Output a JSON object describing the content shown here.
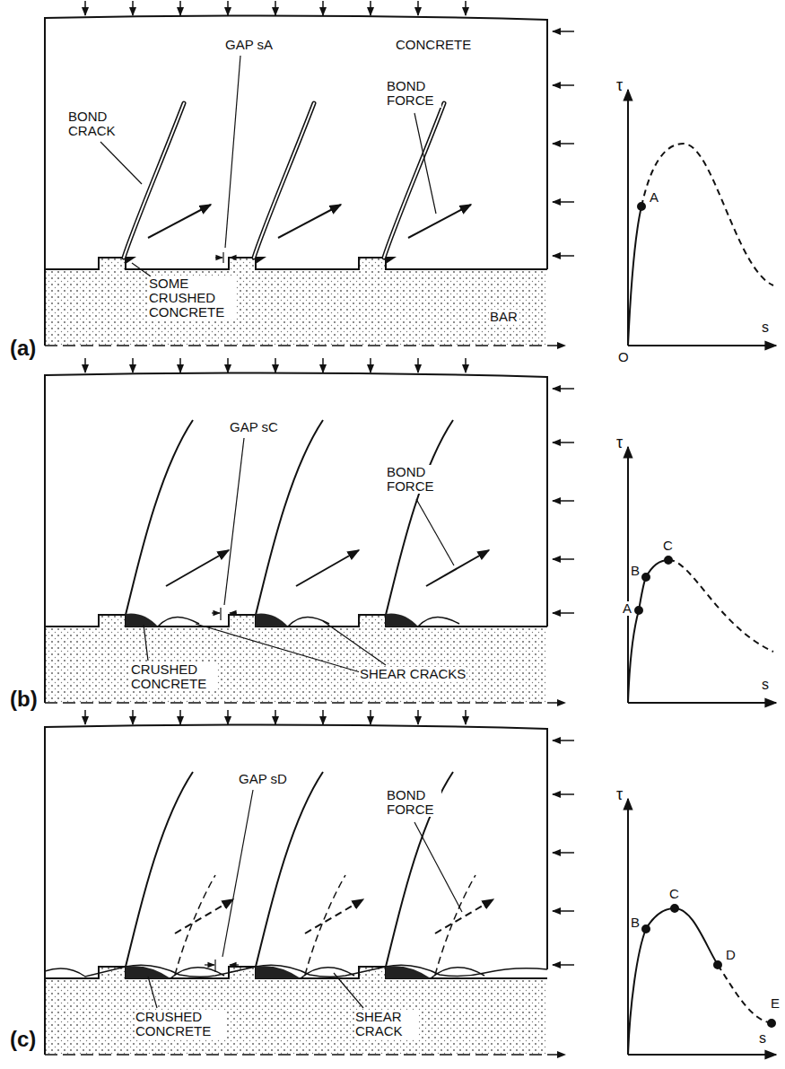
{
  "diagram": {
    "labels": [
      "BOND CRACK",
      "GAP sA",
      "CONCRETE",
      "BOND FORCE",
      "SOME CRUSHED CONCRETE",
      "BAR",
      "(a)",
      "τ",
      "A",
      "O",
      "s",
      "GAP sC",
      "BOND FORCE",
      "CRUSHED CONCRETE",
      "SHEAR CRACKS",
      "(b)",
      "τ",
      "A",
      "B",
      "C",
      "s",
      "GAP sD",
      "BOND FORCE",
      "CRUSHED CONCRETE",
      "SHEAR CRACK",
      "(c)",
      "τ",
      "B",
      "C",
      "D",
      "E",
      "s"
    ]
  }
}
